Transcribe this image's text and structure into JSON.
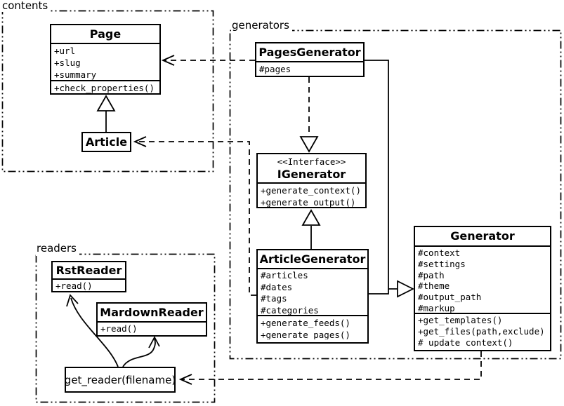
{
  "packages": {
    "contents": "contents",
    "generators": "generators",
    "readers": "readers"
  },
  "classes": {
    "page": {
      "name": "Page",
      "attributes": [
        "+url",
        "+slug",
        "+summary"
      ],
      "methods": [
        "+check_properties()"
      ]
    },
    "article": {
      "name": "Article"
    },
    "pages_generator": {
      "name": "PagesGenerator",
      "attributes": [
        "#pages"
      ]
    },
    "igenerator": {
      "stereotype": "<<Interface>>",
      "name": "IGenerator",
      "methods": [
        "+generate_context()",
        "+generate_output()"
      ]
    },
    "article_generator": {
      "name": "ArticleGenerator",
      "attributes": [
        "#articles",
        "#dates",
        "#tags",
        "#categories"
      ],
      "methods": [
        "+generate_feeds()",
        "+generate_pages()"
      ]
    },
    "generator": {
      "name": "Generator",
      "attributes": [
        "#context",
        "#settings",
        "#path",
        "#theme",
        "#output_path",
        "#markup"
      ],
      "methods": [
        "+get_templates()",
        "+get_files(path,exclude)",
        "#_update_context()"
      ]
    },
    "rst_reader": {
      "name": "RstReader",
      "methods": [
        "+read()"
      ]
    },
    "markdown_reader": {
      "name": "MardownReader",
      "methods": [
        "+read()"
      ]
    },
    "get_reader": {
      "name": "get_reader(filename)"
    }
  },
  "relationships": [
    {
      "from": "Article",
      "to": "Page",
      "type": "inheritance",
      "line": "solid"
    },
    {
      "from": "PagesGenerator",
      "to": "IGenerator",
      "type": "realization",
      "line": "dashed"
    },
    {
      "from": "ArticleGenerator",
      "to": "IGenerator",
      "type": "inheritance",
      "line": "solid"
    },
    {
      "from": "PagesGenerator",
      "to": "Generator",
      "type": "inheritance",
      "line": "solid"
    },
    {
      "from": "ArticleGenerator",
      "to": "Generator",
      "type": "inheritance",
      "line": "solid"
    },
    {
      "from": "PagesGenerator",
      "to": "Page",
      "type": "dependency",
      "line": "dashed"
    },
    {
      "from": "ArticleGenerator",
      "to": "Article",
      "type": "dependency",
      "line": "dashed"
    },
    {
      "from": "Generator",
      "to": "get_reader(filename)",
      "type": "dependency",
      "line": "dashed"
    },
    {
      "from": "get_reader(filename)",
      "to": "RstReader",
      "type": "association",
      "line": "solid-curve"
    },
    {
      "from": "get_reader(filename)",
      "to": "MardownReader",
      "type": "association",
      "line": "solid-curve"
    }
  ],
  "colors": {
    "line": "#000000",
    "background": "#ffffff",
    "text": "#000000"
  }
}
